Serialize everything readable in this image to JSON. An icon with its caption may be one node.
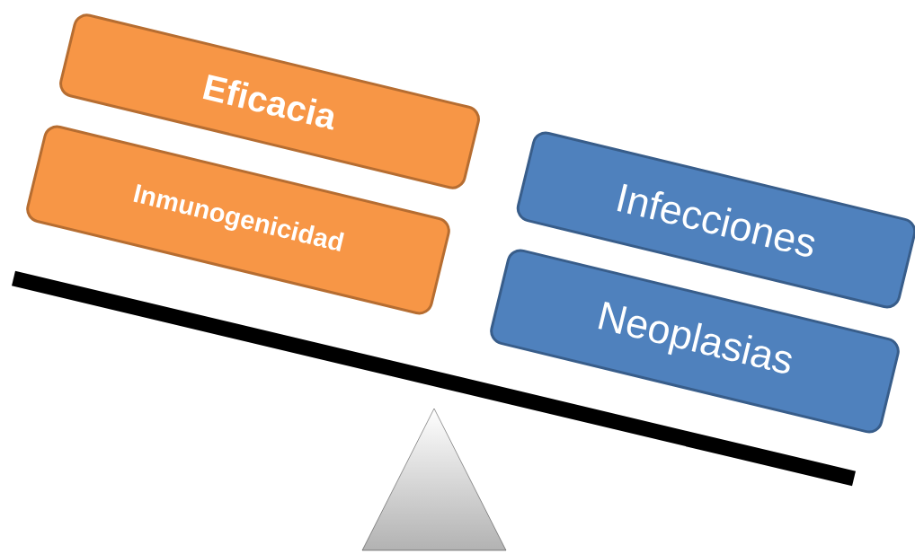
{
  "diagram": {
    "nodes": [
      {
        "text": [
          "Eficacia"
        ]
      },
      {
        "text": [
          "Inmunogenicidad"
        ]
      },
      {
        "text": [
          "Infecciones"
        ]
      },
      {
        "text": [
          "Neoplasias"
        ]
      }
    ]
  }
}
